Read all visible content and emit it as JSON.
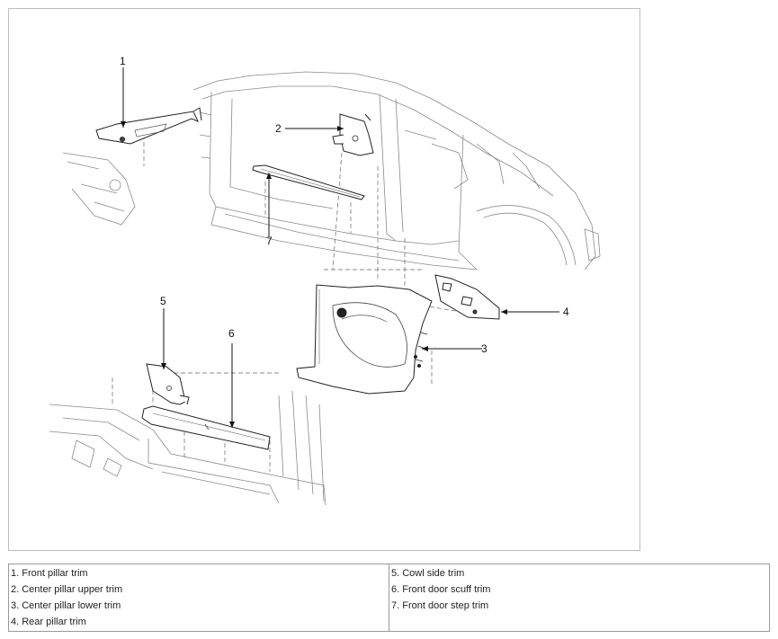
{
  "callouts": [
    "1",
    "2",
    "3",
    "4",
    "5",
    "6",
    "7"
  ],
  "legend": {
    "left": [
      "1. Front pillar trim",
      "2. Center pillar upper trim",
      "3. Center pillar lower trim",
      "4. Rear pillar trim"
    ],
    "right": [
      "5. Cowl side trim",
      "6. Front door scuff trim",
      "7. Front door step trim"
    ]
  }
}
